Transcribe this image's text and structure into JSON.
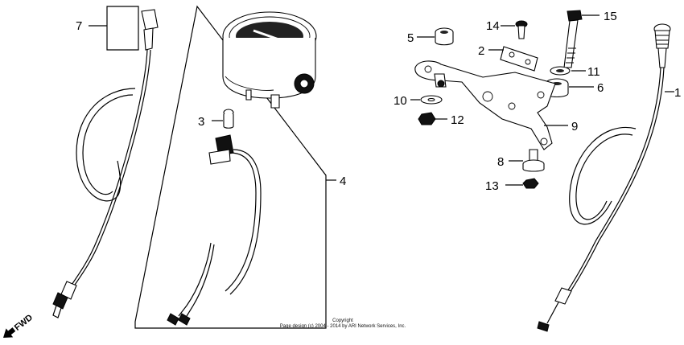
{
  "callouts": {
    "c1": "1",
    "c2": "2",
    "c3": "3",
    "c4": "4",
    "c5": "5",
    "c6": "6",
    "c7": "7",
    "c8": "8",
    "c9": "9",
    "c10": "10",
    "c11": "11",
    "c12": "12",
    "c13": "13",
    "c14": "14",
    "c15": "15"
  },
  "footer": {
    "line1": "Copyright",
    "line2": "Page design (c) 2004 - 2014 by ARI Network Services, Inc."
  },
  "fwd_label": "FWD",
  "fwd_icon": "arrow-left-icon"
}
